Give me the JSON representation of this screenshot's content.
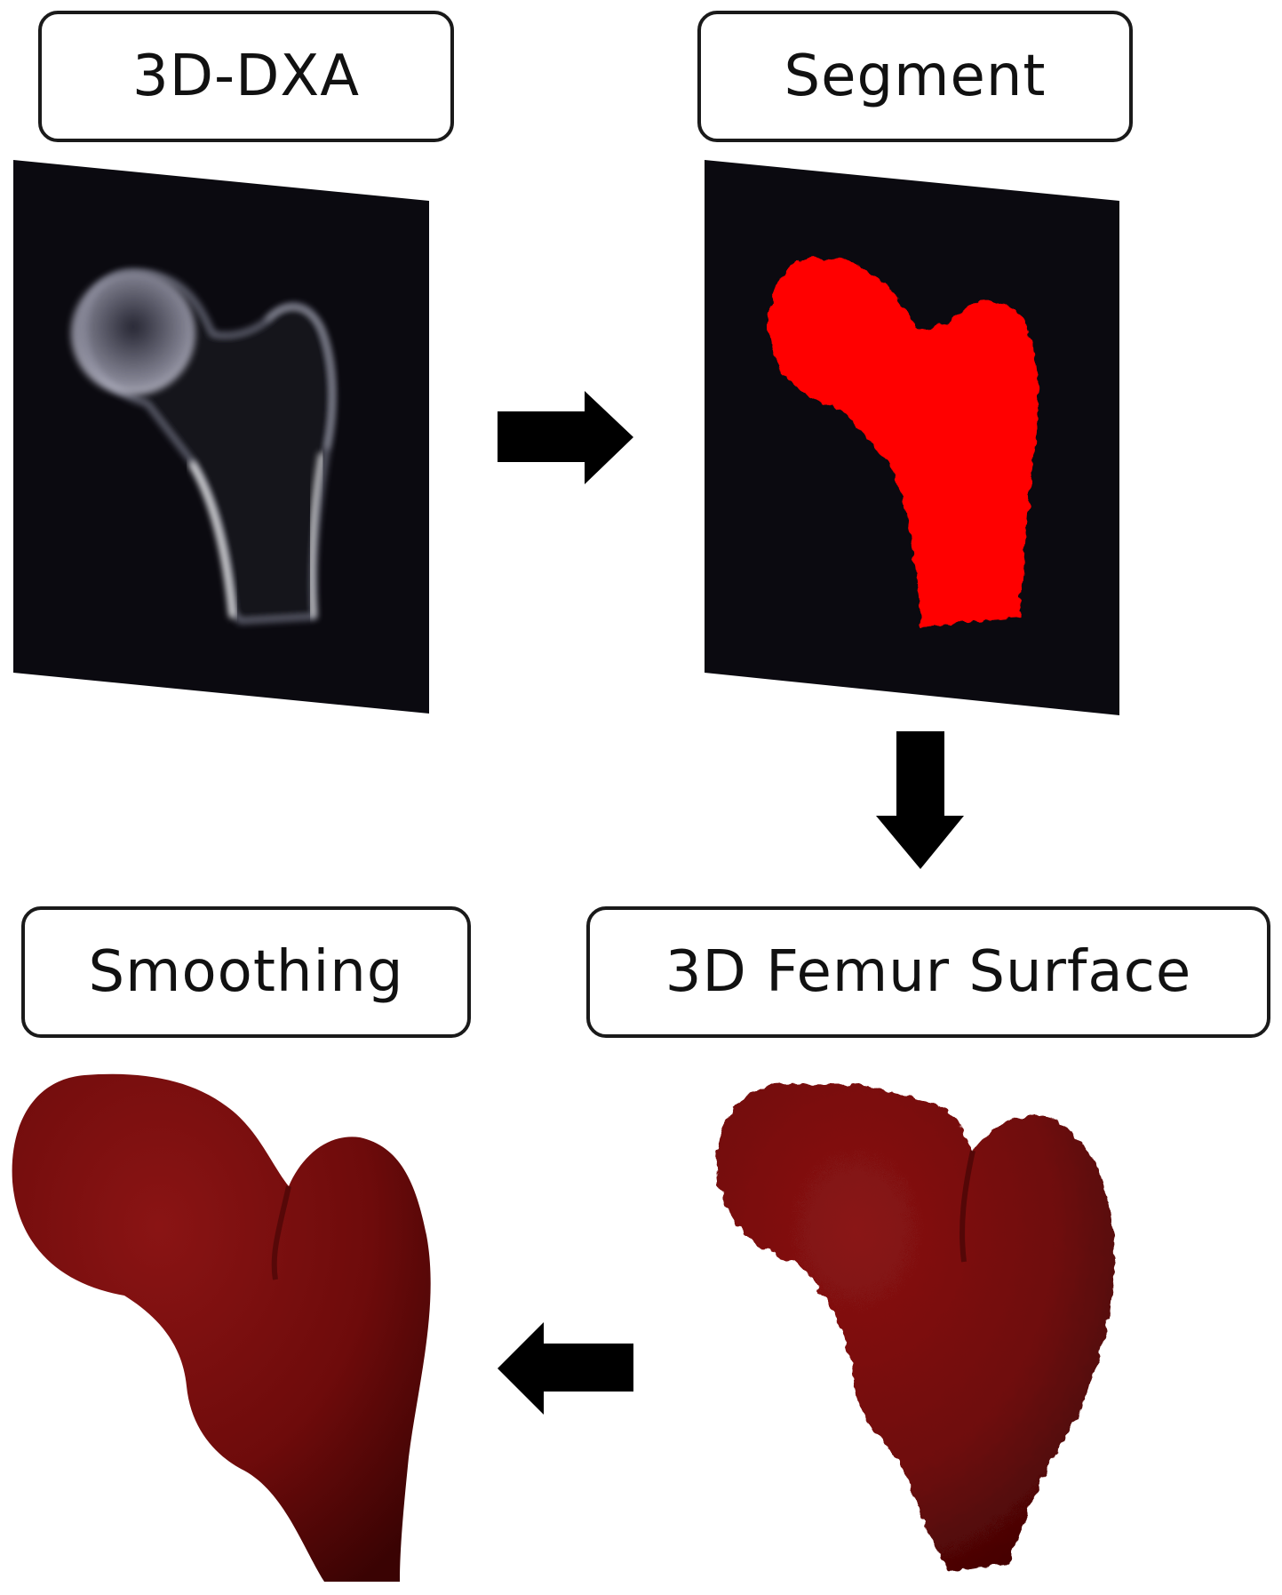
{
  "steps": {
    "step1": {
      "label": "3D-DXA"
    },
    "step2": {
      "label": "Segment"
    },
    "step3": {
      "label": "3D Femur Surface"
    },
    "step4": {
      "label": "Smoothing"
    }
  },
  "colors": {
    "panel_background": "#0b0a10",
    "segmentation_mask": "#ff0000",
    "surface_mesh": "#6e0b0b",
    "arrow": "#000000"
  },
  "arrows": [
    "right",
    "down",
    "left"
  ]
}
